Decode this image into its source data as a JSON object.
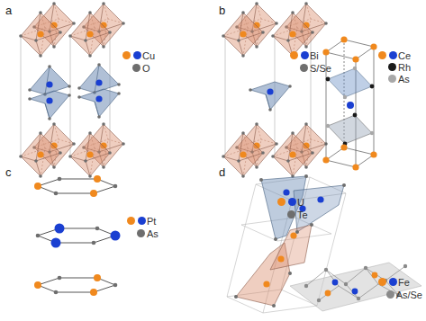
{
  "diagram": {
    "labels": [
      "a",
      "b",
      "c",
      "d"
    ],
    "legend": [
      {
        "text": "Cu",
        "color": "#f0891e"
      },
      {
        "text": "O",
        "color": "#6e6e6e"
      },
      {
        "text": "Bi",
        "color": "#f0891e"
      },
      {
        "text": "S/Se",
        "color": "#6e6e6e"
      },
      {
        "text": "Ce",
        "color": "#f0891e"
      },
      {
        "text": "Rh",
        "color": "#1a1a1a"
      },
      {
        "text": "As",
        "color": "#a8a8a8"
      },
      {
        "text": "Pt",
        "color": "#f0891e"
      },
      {
        "text": "As",
        "color": "#6e6e6e"
      },
      {
        "text": "U",
        "color": "#f0891e"
      },
      {
        "text": "Te",
        "color": "#6e6e6e"
      },
      {
        "text": "Fe",
        "color": "#f0891e"
      },
      {
        "text": "As/Se",
        "color": "#8a8a8a"
      }
    ]
  }
}
